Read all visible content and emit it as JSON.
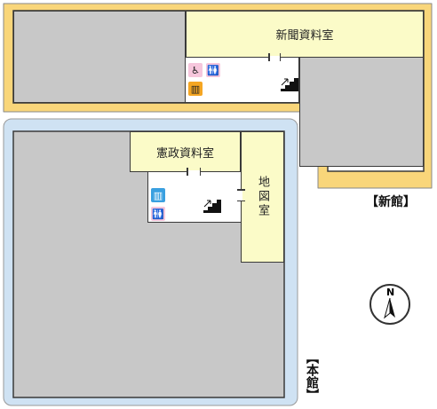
{
  "colors": {
    "shinkan_frame": "#f9d67a",
    "honkan_frame": "#cfe2f3",
    "room": "#fbfbc8",
    "closed": "#c8c8c8",
    "outline": "#3a3a3a",
    "accessible_icon": "#f6c6dc",
    "elevator_orange": "#f5a623",
    "elevator_blue": "#3aa0e0"
  },
  "shinkan": {
    "label": "【新館】",
    "rooms": {
      "newspaper": "新聞資料室"
    },
    "icons": [
      "wheelchair-icon",
      "restroom-icon",
      "elevator-icon",
      "stairs-icon"
    ]
  },
  "honkan": {
    "label": "【本館】",
    "rooms": {
      "constitution": "憲政資料室",
      "map_room": "地図室"
    },
    "icons": [
      "elevator-icon",
      "restroom-icon",
      "stairs-icon"
    ]
  },
  "compass": {
    "label": "N"
  }
}
